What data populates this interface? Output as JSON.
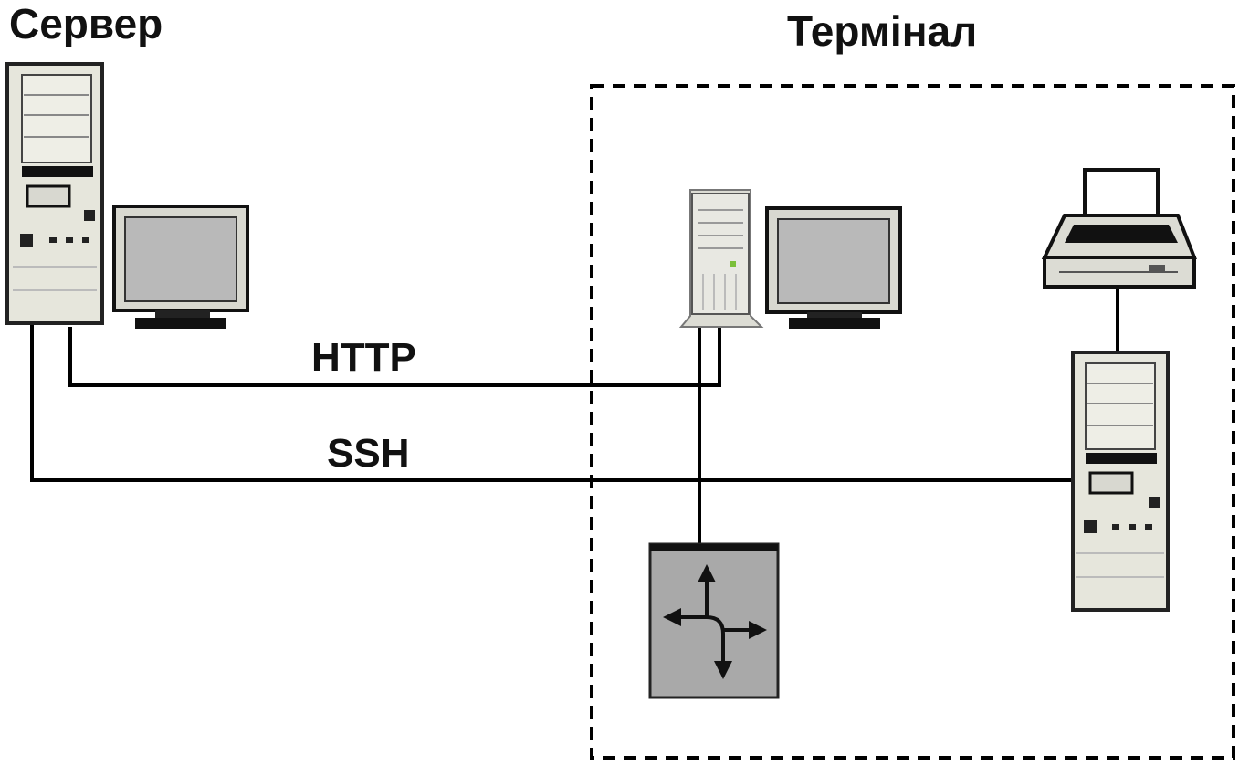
{
  "labels": {
    "server": "Сервер",
    "terminal": "Термінал",
    "http": "HTTP",
    "ssh": "SSH"
  },
  "icons": {
    "server_tower": "desktop-tower-icon",
    "server_monitor": "monitor-icon",
    "terminal_tower": "server-tower-icon",
    "terminal_monitor": "monitor-icon",
    "printer": "printer-icon",
    "terminal_desktop": "desktop-tower-icon",
    "router": "router-icon"
  },
  "connections": [
    {
      "from": "server",
      "to": "terminal-server",
      "protocol": "HTTP"
    },
    {
      "from": "server",
      "to": "terminal-desktop",
      "protocol": "SSH"
    },
    {
      "from": "terminal-server",
      "to": "router",
      "protocol": ""
    },
    {
      "from": "printer",
      "to": "terminal-desktop",
      "protocol": ""
    }
  ],
  "colors": {
    "line": "#000000",
    "device_body": "#e6e6dc",
    "screen": "#b9b9b9",
    "router": "#a9a9a9"
  }
}
